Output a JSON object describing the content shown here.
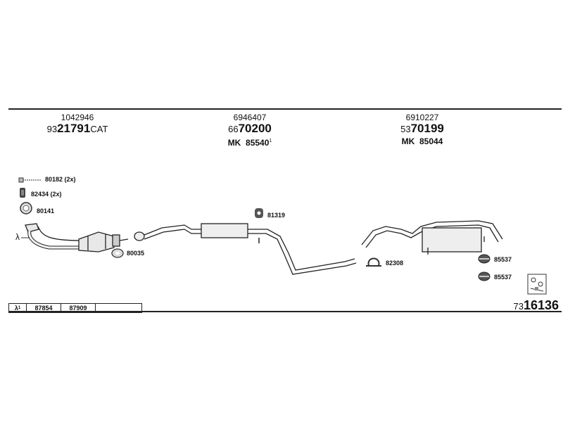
{
  "parts": {
    "front": {
      "top_number": "1042946",
      "prefix": "93",
      "main": "21791",
      "suffix": "CAT"
    },
    "middle": {
      "top_number": "6946407",
      "prefix": "66",
      "main": "70200",
      "mk_label": "MK",
      "mk_number": "85540",
      "mk_sup": "1"
    },
    "rear": {
      "top_number": "6910227",
      "prefix": "53",
      "main": "70199",
      "mk_label": "MK",
      "mk_number": "85044"
    }
  },
  "accessories": {
    "a1": "80182 (2x)",
    "a2": "82434 (2x)",
    "a3": "80141",
    "a4": "80035",
    "a5": "81319",
    "a6": "82308",
    "a7": "85537",
    "a8": "85537"
  },
  "lambda_symbol": "λ",
  "bottom_bar": {
    "lambda": "λ",
    "sup": "1",
    "cell1": "87854",
    "cell2": "87909",
    "cell3": ""
  },
  "catalog": {
    "prefix": "73",
    "main": "16136"
  }
}
